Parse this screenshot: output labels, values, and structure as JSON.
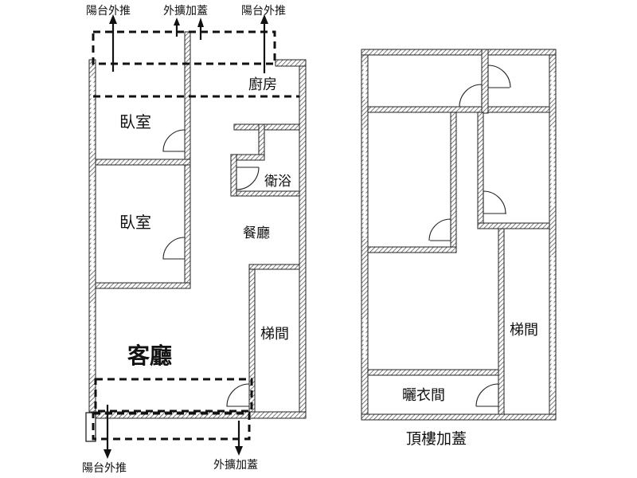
{
  "left_plan": {
    "annotations": {
      "top_left": "陽台外推",
      "top_center": "外擴加蓋",
      "top_right": "陽台外推",
      "bottom_left": "陽台外推",
      "bottom_right": "外擴加蓋"
    },
    "rooms": {
      "kitchen": "廚房",
      "bedroom_1": "臥室",
      "bedroom_2": "臥室",
      "bathroom": "衛浴",
      "dining": "餐廳",
      "living": "客廳",
      "stairs": "梯間"
    }
  },
  "right_plan": {
    "title": "頂樓加蓋",
    "rooms": {
      "laundry": "曬衣間",
      "stairs": "梯間"
    }
  }
}
